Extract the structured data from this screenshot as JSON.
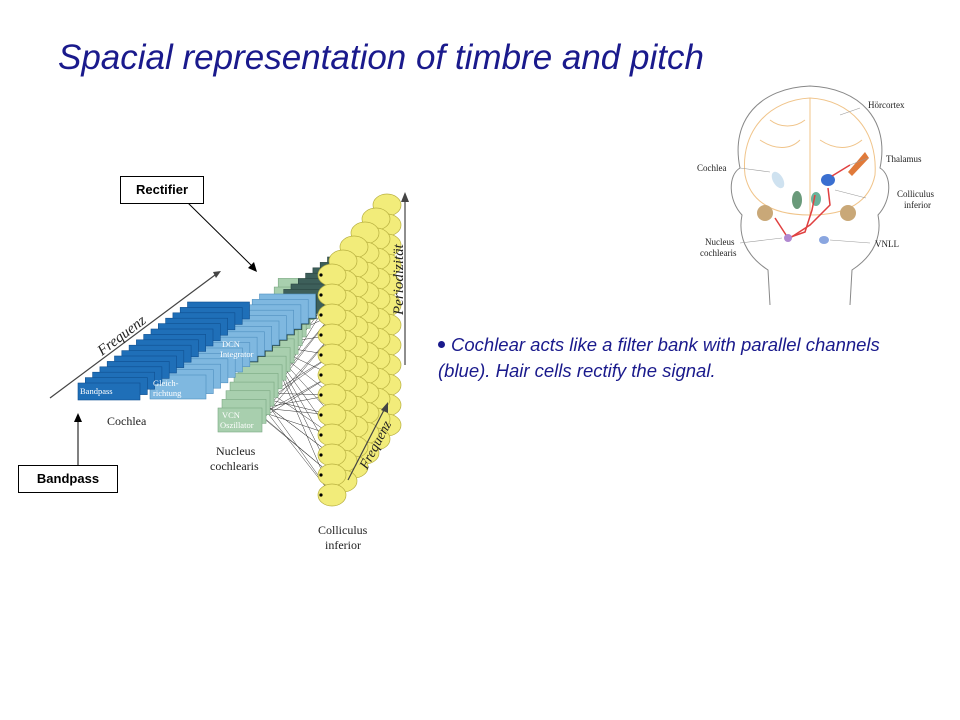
{
  "slide": {
    "title": "Spacial representation of timbre and pitch",
    "bullet": "Cochlear acts like a filter bank with parallel channels (blue). Hair cells rectify the signal."
  },
  "callouts": {
    "rectifier": "Rectifier",
    "bandpass": "Bandpass"
  },
  "diagram": {
    "frequenz_top": "Frequenz",
    "frequenz_bottom": "Frequenz",
    "periodizitaet": "Periodizität",
    "bandpass_label": "Bandpass",
    "gleich_line1": "Gleich-",
    "gleich_line2": "richtung",
    "dcn_line1": "DCN",
    "dcn_line2": "Integrator",
    "vcn_line1": "VCN",
    "vcn_line2": "Oszillator",
    "cochlea": "Cochlea",
    "nucleus_line1": "Nucleus",
    "nucleus_line2": "cochlearis",
    "colliculus_line1": "Colliculus",
    "colliculus_line2": "inferior",
    "colors": {
      "bandpass": "#1f6fb8",
      "rectifier": "#7fb8e0",
      "dcn": "#3d5f5a",
      "vcn": "#a8cfae",
      "colliculus": "#f2ec7a"
    }
  },
  "brain": {
    "hoercortex": "Hörcortex",
    "thalamus": "Thalamus",
    "cochlea": "Cochlea",
    "colliculus_line1": "Colliculus",
    "colliculus_line2": "inferior",
    "nucleus_line1": "Nucleus",
    "nucleus_line2": "cochlearis",
    "vnll": "VNLL"
  }
}
